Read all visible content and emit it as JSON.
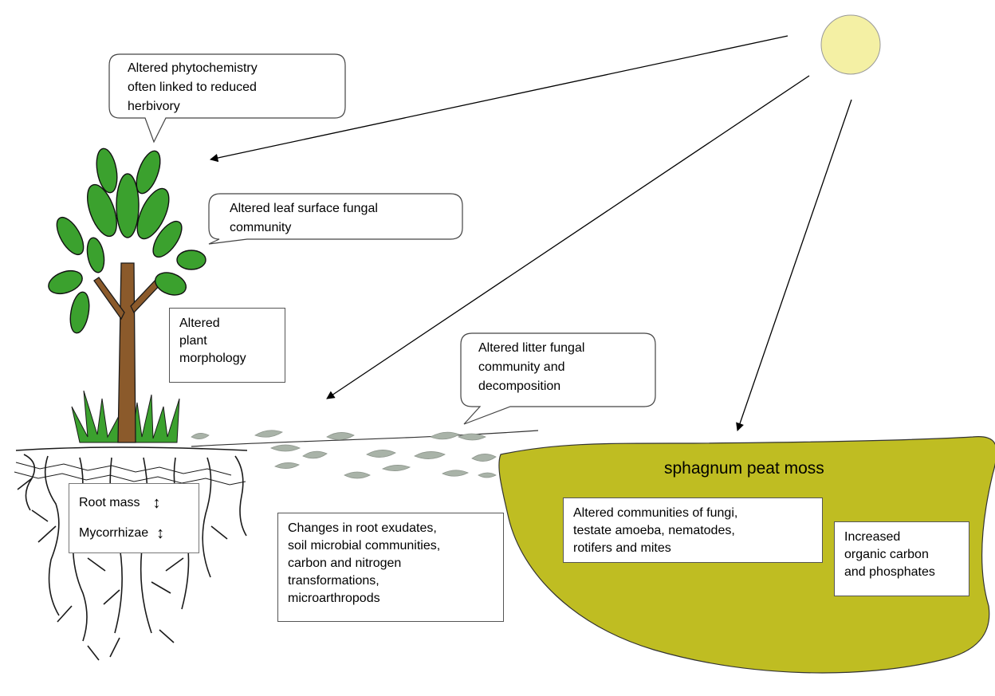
{
  "callouts": {
    "phytochemistry": "Altered phytochemistry\noften linked to reduced\nherbivory",
    "leaf_surface": "Altered leaf surface fungal\ncommunity",
    "litter": "Altered litter fungal\ncommunity and\ndecomposition"
  },
  "boxes": {
    "plant_morphology": "Altered\nplant\nmorphology",
    "root_exudates": "Changes in root exudates,\nsoil microbial communities,\ncarbon and nitrogen\ntransformations,\nmicroarthropods",
    "peat_communities": "Altered communities of fungi,\ntestate amoeba, nematodes,\nrotifers and mites",
    "organic_carbon": "Increased\norganic carbon\nand phosphates"
  },
  "root_box": {
    "root_mass": "Root mass",
    "mycorrhizae": "Mycorrhizae",
    "updown_symbol": "↕"
  },
  "peat_title": "sphagnum peat moss",
  "colors": {
    "sun": "#F4F0A4",
    "peat": "#BFBD22",
    "leaf": "#3BA12E",
    "trunk": "#8B5A2B",
    "litter": "#A9B3A8"
  }
}
